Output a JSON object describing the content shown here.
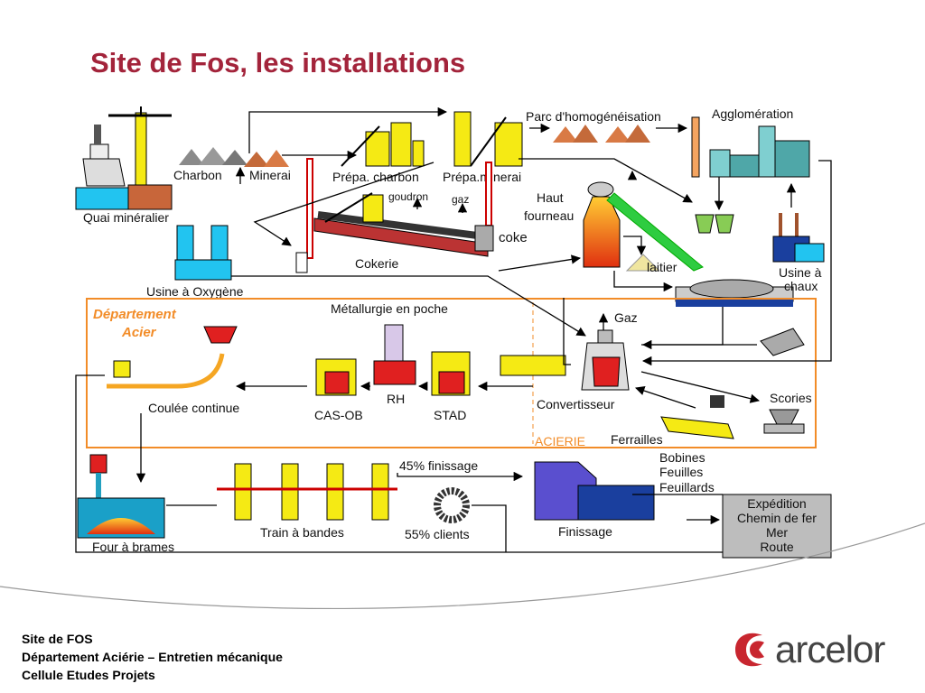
{
  "title": "Site de Fos, les installations",
  "labels": {
    "quai": "Quai minéralier",
    "charbon": "Charbon",
    "minerai": "Minerai",
    "prepa_charbon": "Prépa. charbon",
    "prepa_minerai": "Prépa.minerai",
    "parc": "Parc d'homogénéisation",
    "agglo": "Agglomération",
    "goudron": "goudron",
    "gaz_top": "gaz",
    "haut_fourneau_1": "Haut",
    "haut_fourneau_2": "fourneau",
    "coke": "coke",
    "cokerie": "Cokerie",
    "laitier": "laitier",
    "usine_oxygene": "Usine à Oxygène",
    "usine_chaux_1": "Usine à",
    "usine_chaux_2": "chaux",
    "dept_acier_1": "Département",
    "dept_acier_2": "Acier",
    "metallurgie": "Métallurgie en poche",
    "gaz_conv": "Gaz",
    "rh": "RH",
    "cas_ob": "CAS-OB",
    "stad": "STAD",
    "coulee": "Coulée continue",
    "convertisseur": "Convertisseur",
    "scories": "Scories",
    "acierie": "ACIERIE",
    "ferrailles": "Ferrailles",
    "finissage_45": "45% finissage",
    "bobines": "Bobines",
    "feuilles": "Feuilles",
    "feuillards": "Feuillards",
    "expedition_1": "Expédition",
    "expedition_2": "Chemin de fer",
    "expedition_3": "Mer",
    "expedition_4": "Route",
    "four": "Four à brames",
    "train": "Train à bandes",
    "clients_55": "55% clients",
    "finissage": "Finissage"
  },
  "footer": {
    "line1": "Site de FOS",
    "line2": "Département Aciérie – Entretien mécanique",
    "line3": "Cellule Etudes Projets"
  },
  "logo": {
    "text": "arcelor"
  },
  "colors": {
    "title": "#a3243b",
    "dept_border": "#f28c28",
    "yellow": "#f5ea14",
    "orange_brand": "#c8262f"
  }
}
